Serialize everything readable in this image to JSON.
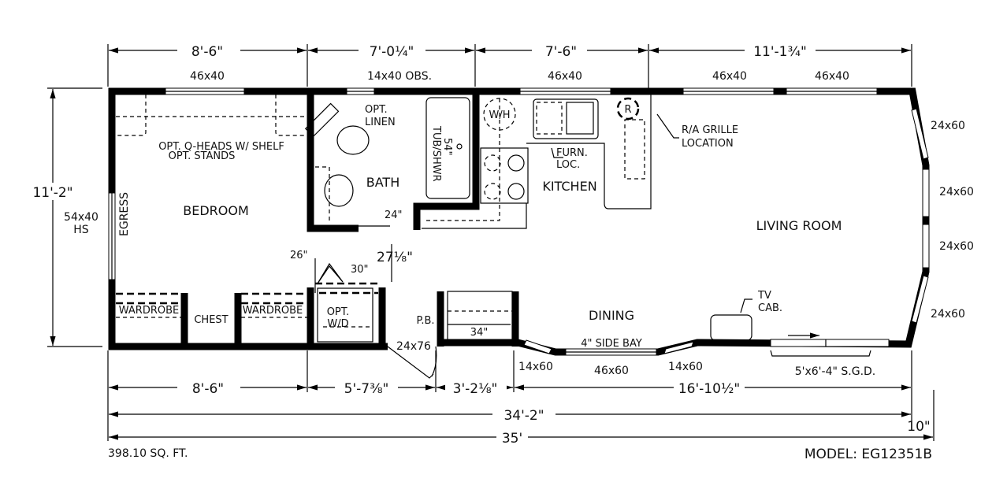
{
  "dimensions": {
    "top": [
      "8'-6\"",
      "7'-0¼\"",
      "7'-6\"",
      "11'-1¾\""
    ],
    "bottom": [
      "8'-6\"",
      "5'-7⅜\"",
      "3'-2⅛\"",
      "16'-10½\""
    ],
    "overall_inner": "34'-2\"",
    "overall": "35'",
    "hitch": "10\"",
    "width": "11'-2\""
  },
  "windows": {
    "bedroom_top": "46x40",
    "bath_top": "14x40 OBS.",
    "kitchen_top": "46x40",
    "living_top_1": "46x40",
    "living_top_2": "46x40",
    "egress": "54x40\nHS",
    "egress_a": "54x40",
    "egress_b": "HS",
    "egress_label": "EGRESS",
    "right_1": "24x60",
    "right_2": "24x60",
    "right_3": "24x60",
    "right_4": "24x60",
    "bay_left": "14x60",
    "bay_center": "46x60",
    "bay_right": "14x60",
    "door": "24x76",
    "sgd": "5'x6'-4\"  S.G.D."
  },
  "rooms": {
    "bedroom": "BEDROOM",
    "bath": "BATH",
    "kitchen": "KITCHEN",
    "living": "LIVING ROOM",
    "dining": "DINING"
  },
  "notes": {
    "qheads": "OPT. Q-HEADS W/  SHELF",
    "stands": "OPT. STANDS",
    "linen_1": "OPT.",
    "linen_2": "LINEN",
    "tub_1": "TUB/SHWR",
    "tub_2": "54\"",
    "wh": "W/H",
    "furn_1": "FURN.",
    "furn_2": "LOC.",
    "ref": "R",
    "grille_1": "R/A GRILLE",
    "grille_2": "LOCATION",
    "d24": "24\"",
    "d26": "26\"",
    "d30": "30\"",
    "d27": "27⅛\"",
    "wardrobe_1": "WARDROBE",
    "chest": "CHEST",
    "wardrobe_2": "WARDROBE",
    "wd_1": "OPT.",
    "wd_2": "W/D",
    "pb": "P.B.",
    "d34": "34\"",
    "side_bay": "4\"  SIDE BAY",
    "tv_1": "TV",
    "tv_2": "CAB."
  },
  "footer": {
    "sqft": "398.10 SQ. FT.",
    "model": "MODEL:  EG12351B"
  }
}
